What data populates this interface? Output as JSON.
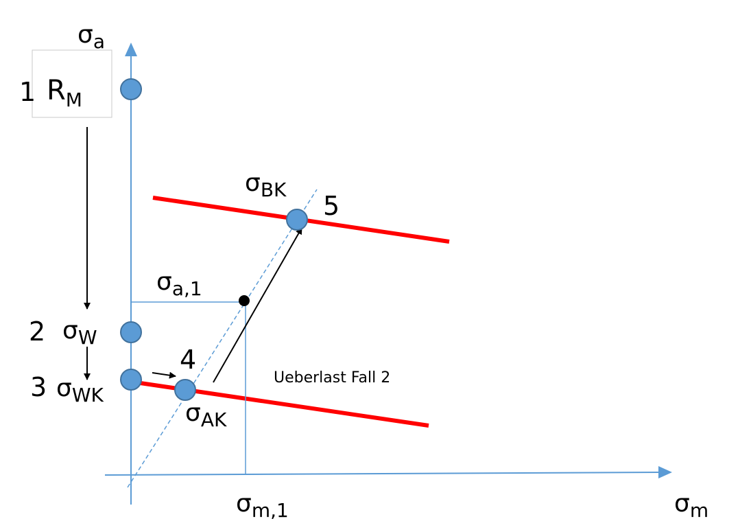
{
  "axes": {
    "y_label": {
      "symbol": "σ",
      "sub": "a"
    },
    "x_label": {
      "symbol": "σ",
      "sub": "m"
    }
  },
  "colors": {
    "axis": "#5b9bd5",
    "point_fill": "#5b9bd5",
    "point_stroke": "#41719c",
    "limit_line": "#ff0000",
    "arrow": "#000000",
    "guide": "#5b9bd5"
  },
  "box": {
    "symbol": "R",
    "sub": "M"
  },
  "points": [
    {
      "number": "1"
    },
    {
      "number": "2",
      "symbol": "σ",
      "sub": "W"
    },
    {
      "number": "3",
      "symbol": "σ",
      "sub": "WK"
    },
    {
      "number": "4",
      "symbol": "σ",
      "sub": "AK"
    },
    {
      "number": "5",
      "symbol": "σ",
      "sub": "BK"
    }
  ],
  "load_point": {
    "a_label": {
      "symbol": "σ",
      "sub": "a,1"
    },
    "m_label": {
      "symbol": "σ",
      "sub": "m,1"
    }
  },
  "annotation": "Ueberlast Fall 2"
}
